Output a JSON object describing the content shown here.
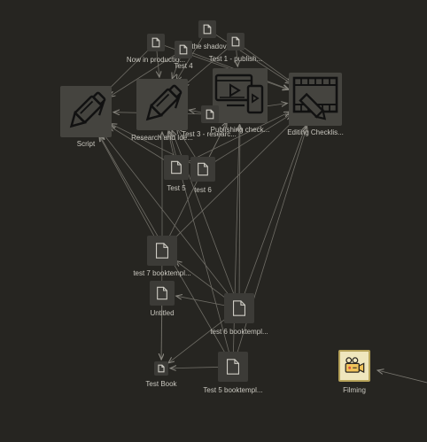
{
  "graph": {
    "nodes": [
      {
        "id": "script",
        "label": "Script",
        "icon": "pen-icon"
      },
      {
        "id": "research",
        "label": "Research and Ide...",
        "icon": "pen-icon"
      },
      {
        "id": "publishing",
        "label": "Publishing check...",
        "icon": "devices-play-icon"
      },
      {
        "id": "editing",
        "label": "Editing Checklis...",
        "icon": "film-edit-icon"
      },
      {
        "id": "now_prod",
        "label": "Now in productio...",
        "icon": "document-icon"
      },
      {
        "id": "shadow",
        "label": "the shadov",
        "icon": "document-icon"
      },
      {
        "id": "test4",
        "label": "Test 4",
        "icon": "document-icon"
      },
      {
        "id": "test1",
        "label": "Test 1 - publish...",
        "icon": "document-icon"
      },
      {
        "id": "test3",
        "label": "Test 3 - researc...",
        "icon": "document-icon"
      },
      {
        "id": "test5",
        "label": "Test 5",
        "icon": "document-icon"
      },
      {
        "id": "test6",
        "label": "test 6",
        "icon": "document-icon"
      },
      {
        "id": "test7bt",
        "label": "test 7 booktempl...",
        "icon": "document-icon"
      },
      {
        "id": "untitled",
        "label": "Untitled",
        "icon": "document-icon"
      },
      {
        "id": "test6bt",
        "label": "test 6 booktempl...",
        "icon": "document-icon"
      },
      {
        "id": "testbook",
        "label": "Test Book",
        "icon": "document-icon"
      },
      {
        "id": "test5bt",
        "label": "Test 5 booktempl...",
        "icon": "document-icon"
      },
      {
        "id": "filming",
        "label": "Filming",
        "icon": "video-camera-icon"
      }
    ],
    "edges": [
      [
        "test7bt",
        "script"
      ],
      [
        "test7bt",
        "research"
      ],
      [
        "test7bt",
        "publishing"
      ],
      [
        "test7bt",
        "editing"
      ],
      [
        "test6bt",
        "script"
      ],
      [
        "test6bt",
        "research"
      ],
      [
        "test6bt",
        "publishing"
      ],
      [
        "test6bt",
        "editing"
      ],
      [
        "test5bt",
        "script"
      ],
      [
        "test5bt",
        "research"
      ],
      [
        "test5bt",
        "editing"
      ],
      [
        "test5bt",
        "publishing"
      ],
      [
        "test6bt",
        "untitled"
      ],
      [
        "test6bt",
        "test7bt"
      ],
      [
        "test5bt",
        "testbook"
      ],
      [
        "test6bt",
        "testbook"
      ],
      [
        "untitled",
        "testbook"
      ],
      [
        "test7bt",
        "testbook"
      ],
      [
        "test5",
        "script"
      ],
      [
        "test5",
        "research"
      ],
      [
        "test5",
        "editing"
      ],
      [
        "test6",
        "script"
      ],
      [
        "test6",
        "research"
      ],
      [
        "test6",
        "editing"
      ],
      [
        "test6",
        "publishing"
      ],
      [
        "test3",
        "script"
      ],
      [
        "test3",
        "research"
      ],
      [
        "test3",
        "editing"
      ],
      [
        "now_prod",
        "script"
      ],
      [
        "now_prod",
        "research"
      ],
      [
        "now_prod",
        "editing"
      ],
      [
        "test4",
        "script"
      ],
      [
        "test4",
        "research"
      ],
      [
        "test4",
        "editing"
      ],
      [
        "test1",
        "editing"
      ],
      [
        "test1",
        "research"
      ],
      [
        "shadow",
        "editing"
      ],
      [
        "shadow",
        "research"
      ],
      [
        "test1",
        "publishing"
      ]
    ],
    "offscreen_edge_to": "filming"
  }
}
